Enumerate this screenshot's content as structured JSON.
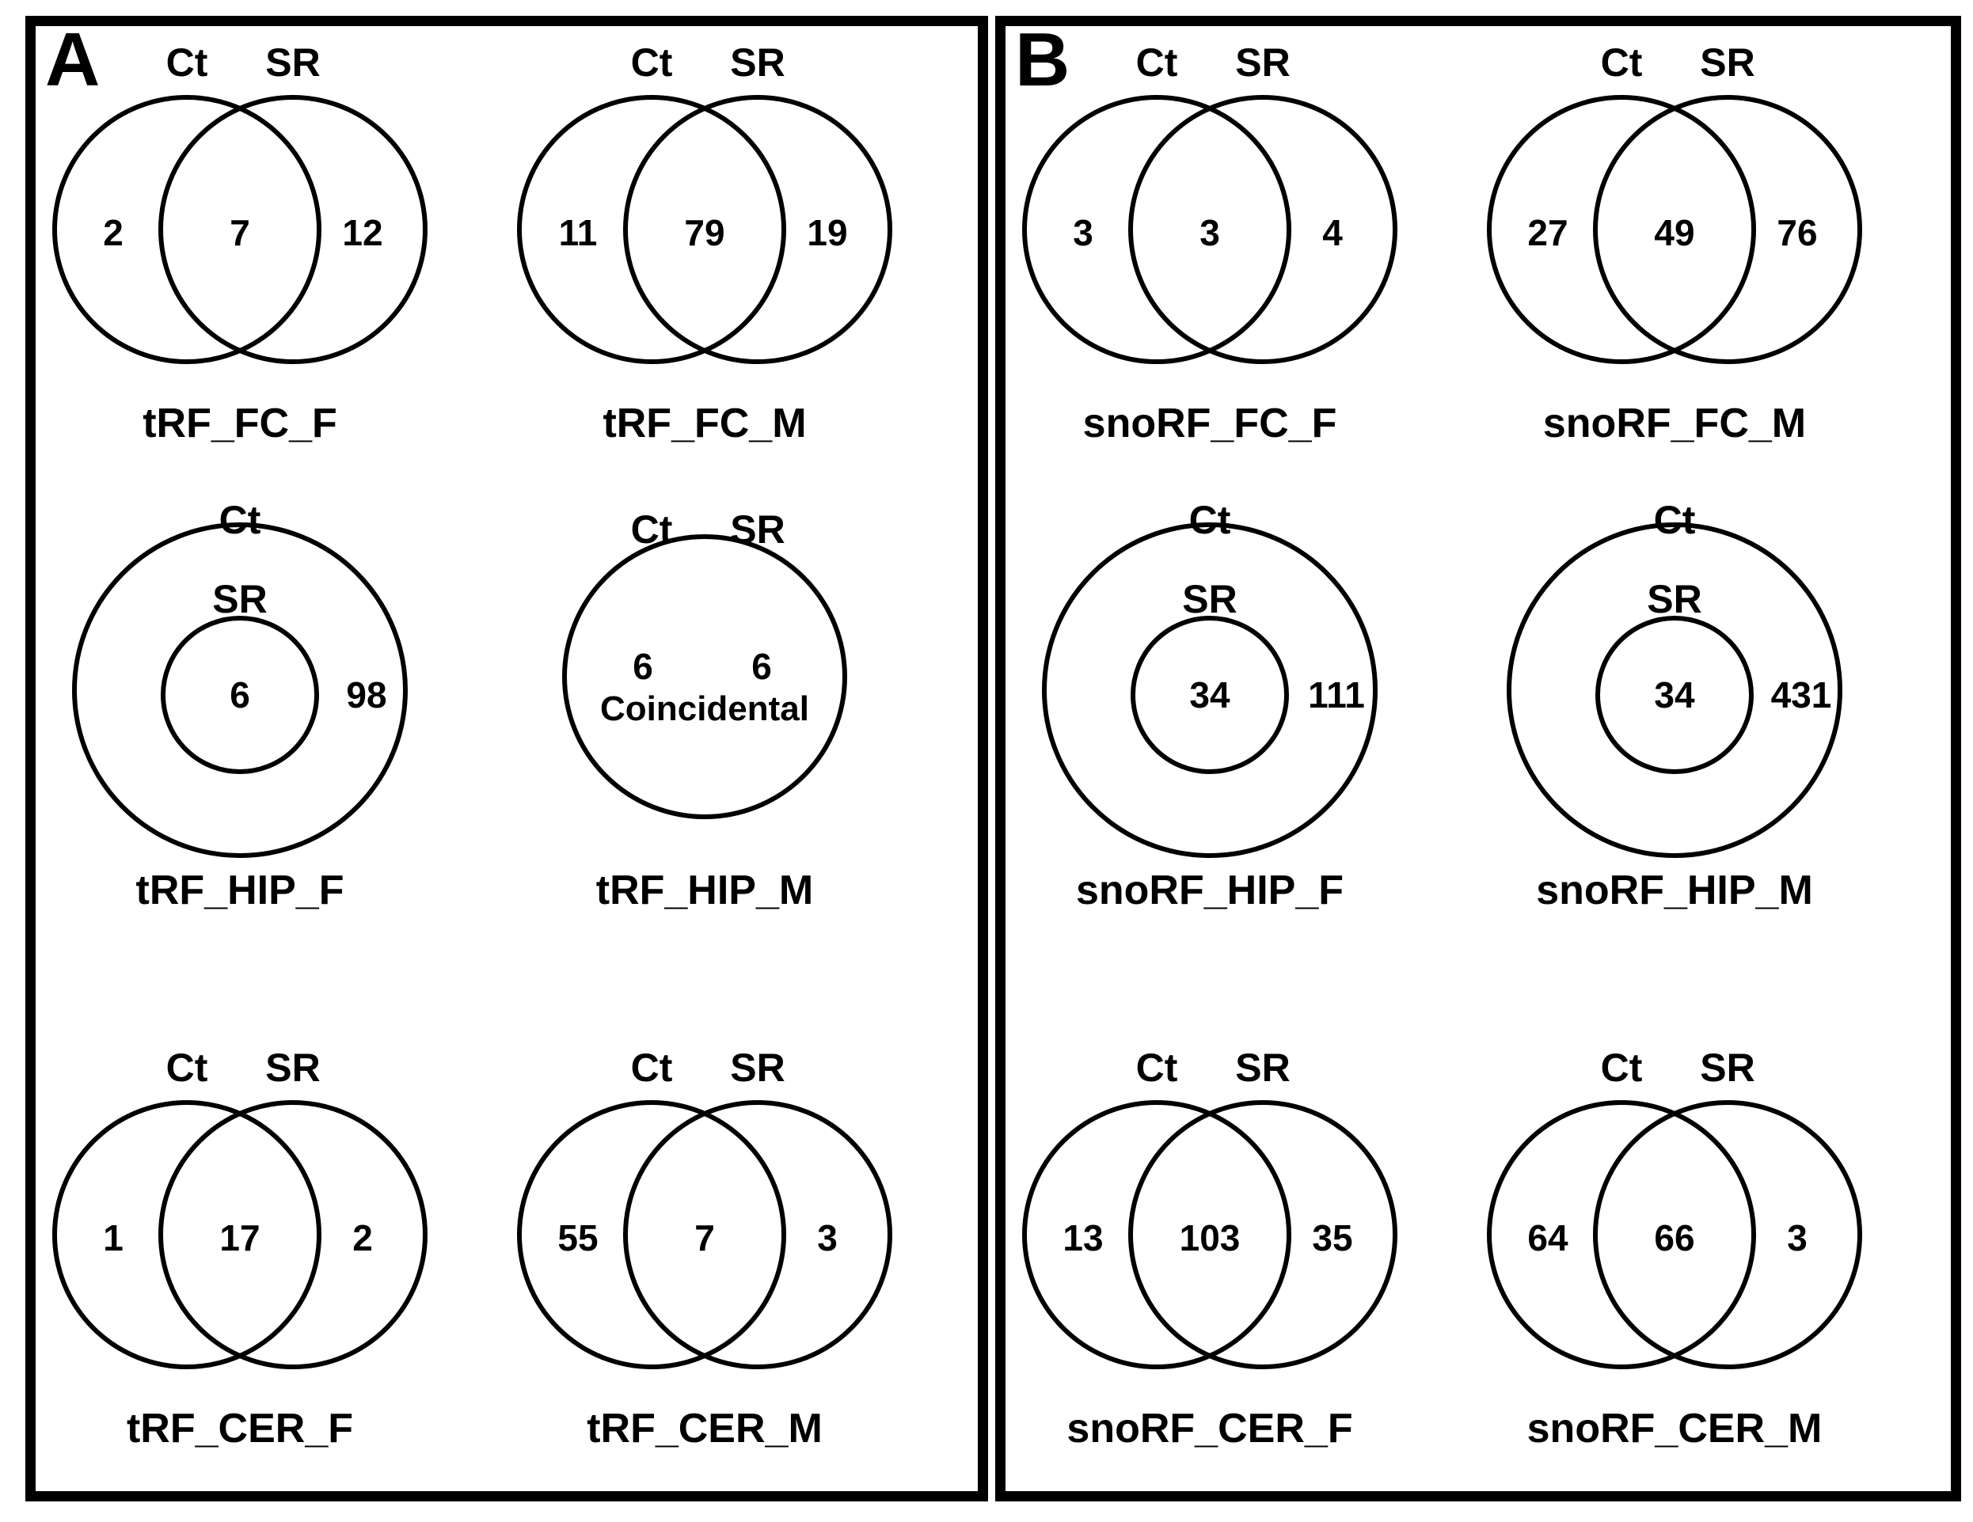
{
  "figure": {
    "set_colors": {
      "stroke": "#000000",
      "background": "#ffffff"
    }
  },
  "panels": [
    {
      "label": "A",
      "diagrams": [
        {
          "type": "overlap",
          "set1": "Ct",
          "set2": "SR",
          "only1": "2",
          "both": "7",
          "only2": "12",
          "title": "tRF_FC_F"
        },
        {
          "type": "overlap",
          "set1": "Ct",
          "set2": "SR",
          "only1": "11",
          "both": "79",
          "only2": "19",
          "title": "tRF_FC_M"
        },
        {
          "type": "nested",
          "outer_set": "Ct",
          "inner_set": "SR",
          "inner_count": "6",
          "outer_count": "98",
          "title": "tRF_HIP_F"
        },
        {
          "type": "single",
          "set1": "Ct",
          "set2": "SR",
          "val1": "6",
          "val2": "6",
          "note": "Coincidental",
          "title": "tRF_HIP_M"
        },
        {
          "type": "overlap",
          "set1": "Ct",
          "set2": "SR",
          "only1": "1",
          "both": "17",
          "only2": "2",
          "title": "tRF_CER_F"
        },
        {
          "type": "overlap",
          "set1": "Ct",
          "set2": "SR",
          "only1": "55",
          "both": "7",
          "only2": "3",
          "title": "tRF_CER_M"
        }
      ]
    },
    {
      "label": "B",
      "diagrams": [
        {
          "type": "overlap",
          "set1": "Ct",
          "set2": "SR",
          "only1": "3",
          "both": "3",
          "only2": "4",
          "title": "snoRF_FC_F"
        },
        {
          "type": "overlap",
          "set1": "Ct",
          "set2": "SR",
          "only1": "27",
          "both": "49",
          "only2": "76",
          "title": "snoRF_FC_M"
        },
        {
          "type": "nested",
          "outer_set": "Ct",
          "inner_set": "SR",
          "inner_count": "34",
          "outer_count": "111",
          "title": "snoRF_HIP_F"
        },
        {
          "type": "nested",
          "outer_set": "Ct",
          "inner_set": "SR",
          "inner_count": "34",
          "outer_count": "431",
          "title": "snoRF_HIP_M"
        },
        {
          "type": "overlap",
          "set1": "Ct",
          "set2": "SR",
          "only1": "13",
          "both": "103",
          "only2": "35",
          "title": "snoRF_CER_F"
        },
        {
          "type": "overlap",
          "set1": "Ct",
          "set2": "SR",
          "only1": "64",
          "both": "66",
          "only2": "3",
          "title": "snoRF_CER_M"
        }
      ]
    }
  ]
}
